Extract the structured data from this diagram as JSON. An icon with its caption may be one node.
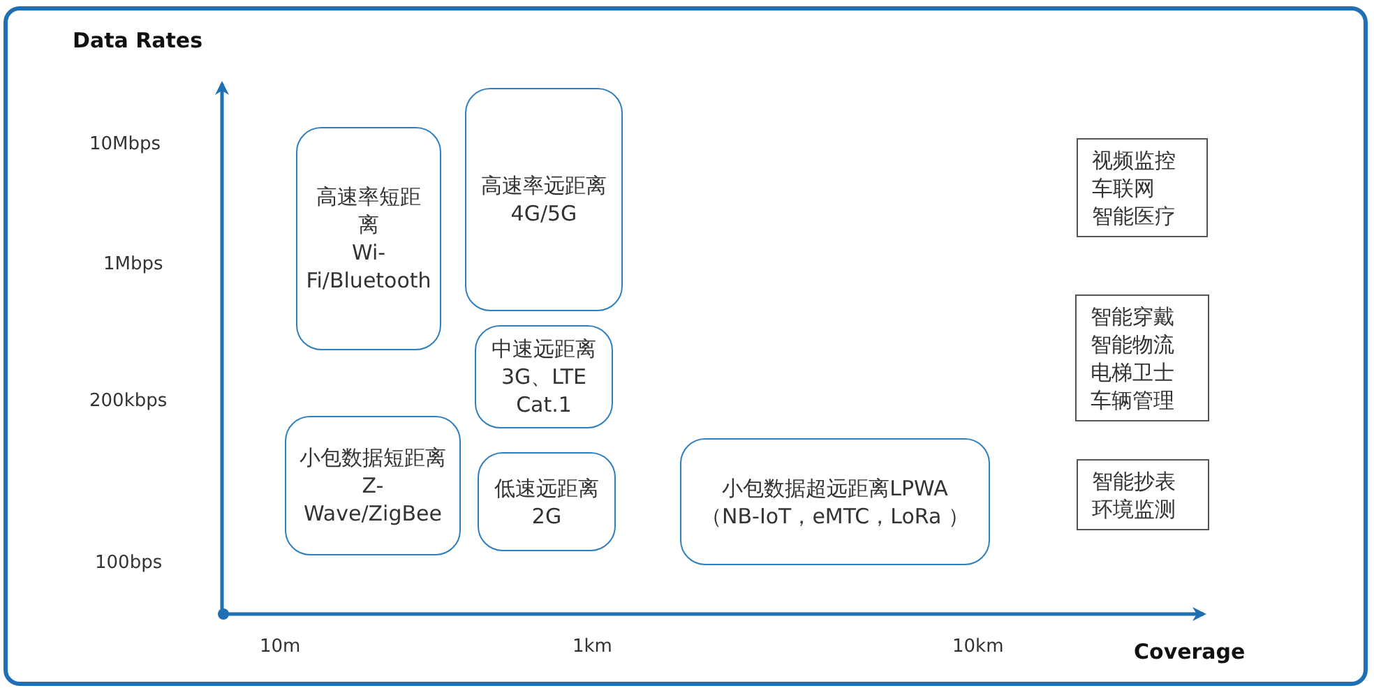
{
  "diagram": {
    "nodes": [
      {
        "text": [
          "高速率短距离",
          "Wi-Fi/Bluetooth"
        ]
      },
      {
        "text": [
          "高速率远距离",
          "4G/5G"
        ]
      },
      {
        "text": [
          "中速远距离",
          "3G、LTE Cat.1"
        ]
      },
      {
        "text": [
          "小包数据短距离Z-Wave/ZigBee"
        ]
      },
      {
        "text": [
          "低速远距离",
          "2G"
        ]
      },
      {
        "text": [
          "小包数据超远距离LPWA",
          "（NB-IoT，eMTC，LoRa ）"
        ]
      },
      {
        "text": [
          "视频监控",
          "车联网",
          "智能医疗"
        ]
      },
      {
        "text": [
          "智能穿戴",
          "智能物流",
          "电梯卫士",
          "车辆管理"
        ]
      },
      {
        "text": [
          "智能抄表",
          "环境监测"
        ]
      }
    ],
    "edges": [],
    "labels": [
      "Data Rates",
      "10Mbps",
      "1Mbps",
      "200kbps",
      "100bps",
      "10m",
      "1km",
      "10km",
      "Coverage"
    ]
  }
}
